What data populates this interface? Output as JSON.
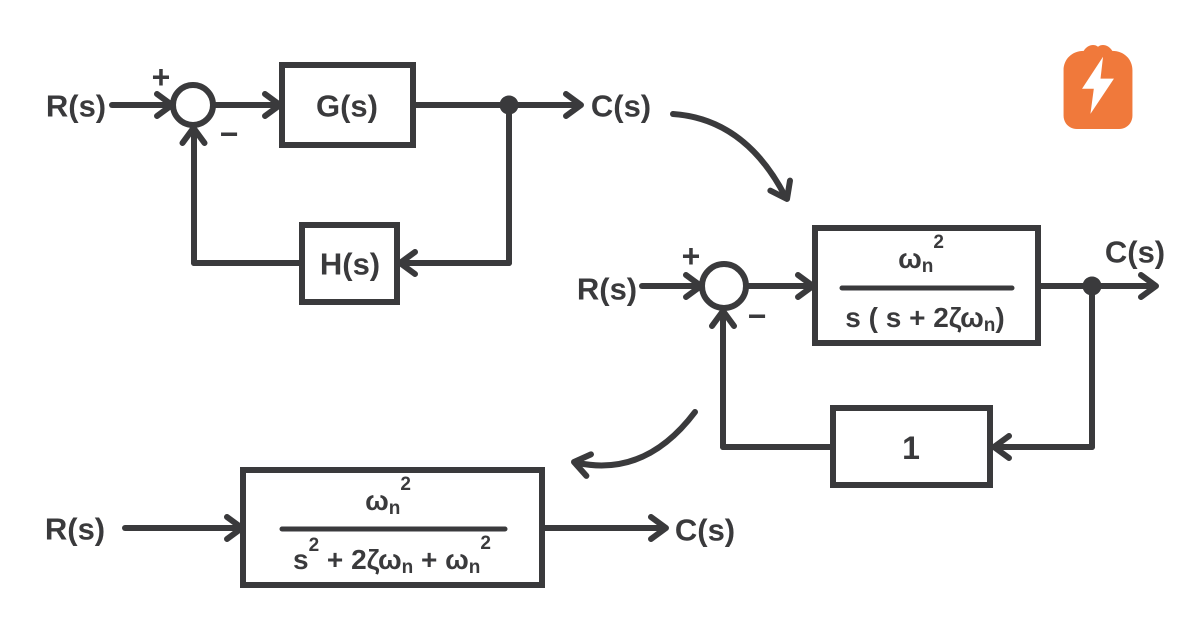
{
  "figure": {
    "description": "block-diagram-reduction",
    "colors": {
      "ink": "#3A3A3C",
      "background": "#FFFFFF",
      "logo_orange": "#F0793B",
      "bolt_white": "#FFFFFF"
    },
    "logo": {
      "icon": "toast-lightning-bolt-icon"
    }
  },
  "d1": {
    "input": "R(s)",
    "plus": "+",
    "minus": "−",
    "forward_block": "G(s)",
    "feedback_block": "H(s)",
    "output": "C(s)"
  },
  "d2": {
    "input": "R(s)",
    "plus": "+",
    "minus": "−",
    "output": "C(s)",
    "feedback_block": "1",
    "num": {
      "base": "ω",
      "sub": "n",
      "sup": "2"
    },
    "den": {
      "pre": "s ( s + 2ζω",
      "sub": "n",
      "close": ")"
    }
  },
  "d3": {
    "input": "R(s)",
    "output": "C(s)",
    "num": {
      "base": "ω",
      "sub": "n",
      "sup": "2"
    },
    "den": {
      "s": "s",
      "s_sup": "2",
      "mid": " + 2ζω",
      "sub1": "n",
      "plus_omega": " + ω",
      "sub2": "n",
      "sup2": "2"
    }
  }
}
